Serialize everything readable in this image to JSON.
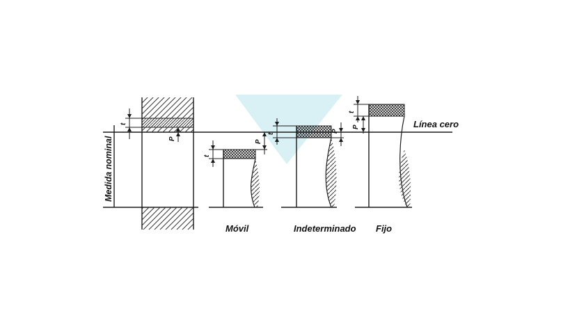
{
  "labels": {
    "nominal": "Medida nominal",
    "zero_line": "Línea cero",
    "movil": "Móvil",
    "indeterminado": "Indeterminado",
    "fijo": "Fijo",
    "t": "t",
    "p": "P"
  },
  "colors": {
    "line": "#1a1a1a",
    "watermark": "#d9f0f4"
  }
}
